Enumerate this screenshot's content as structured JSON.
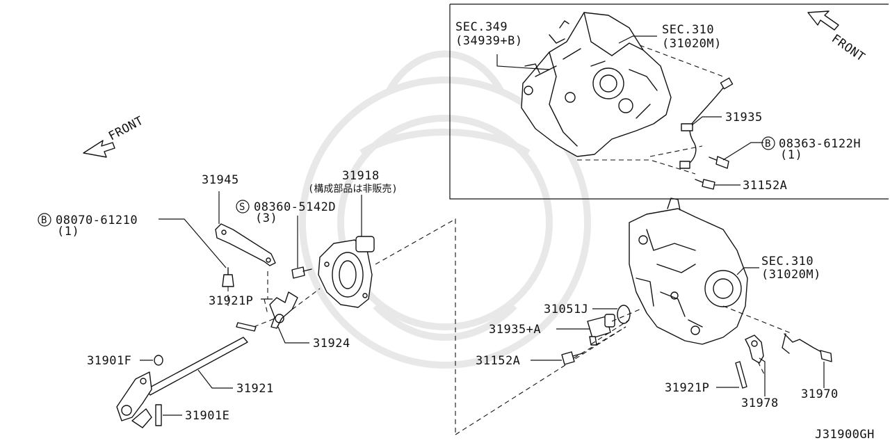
{
  "diagram": {
    "diagram_id": "J31900GH",
    "front_label": "FRONT",
    "inset": {
      "labels": {
        "sec349_a": "SEC.349",
        "sec349_b": "(34939+B)",
        "sec310_a": "SEC.310",
        "sec310_b": "(31020M)",
        "part_31935": "31935",
        "bolt_b_code": "B",
        "bolt_b_part": "08363-6122H",
        "bolt_b_qty": "(1)",
        "part_31152A": "31152A"
      }
    },
    "left": {
      "labels": {
        "part_31945": "31945",
        "part_31918": "31918",
        "note_31918": "(構成部品は非販売)",
        "bolt_b_code": "B",
        "bolt_b_part": "08070-61210",
        "bolt_b_qty": "(1)",
        "screw_s_code": "S",
        "screw_s_part": "08360-5142D",
        "screw_s_qty": "(3)",
        "part_31921P": "31921P",
        "part_31924": "31924",
        "part_31901F": "31901F",
        "part_31921": "31921",
        "part_31901E": "31901E"
      }
    },
    "right": {
      "labels": {
        "sec310_a": "SEC.310",
        "sec310_b": "(31020M)",
        "part_31051J": "31051J",
        "part_31935A": "31935+A",
        "part_31152A": "31152A",
        "part_31921P": "31921P",
        "part_31978": "31978",
        "part_31970": "31970"
      }
    }
  }
}
